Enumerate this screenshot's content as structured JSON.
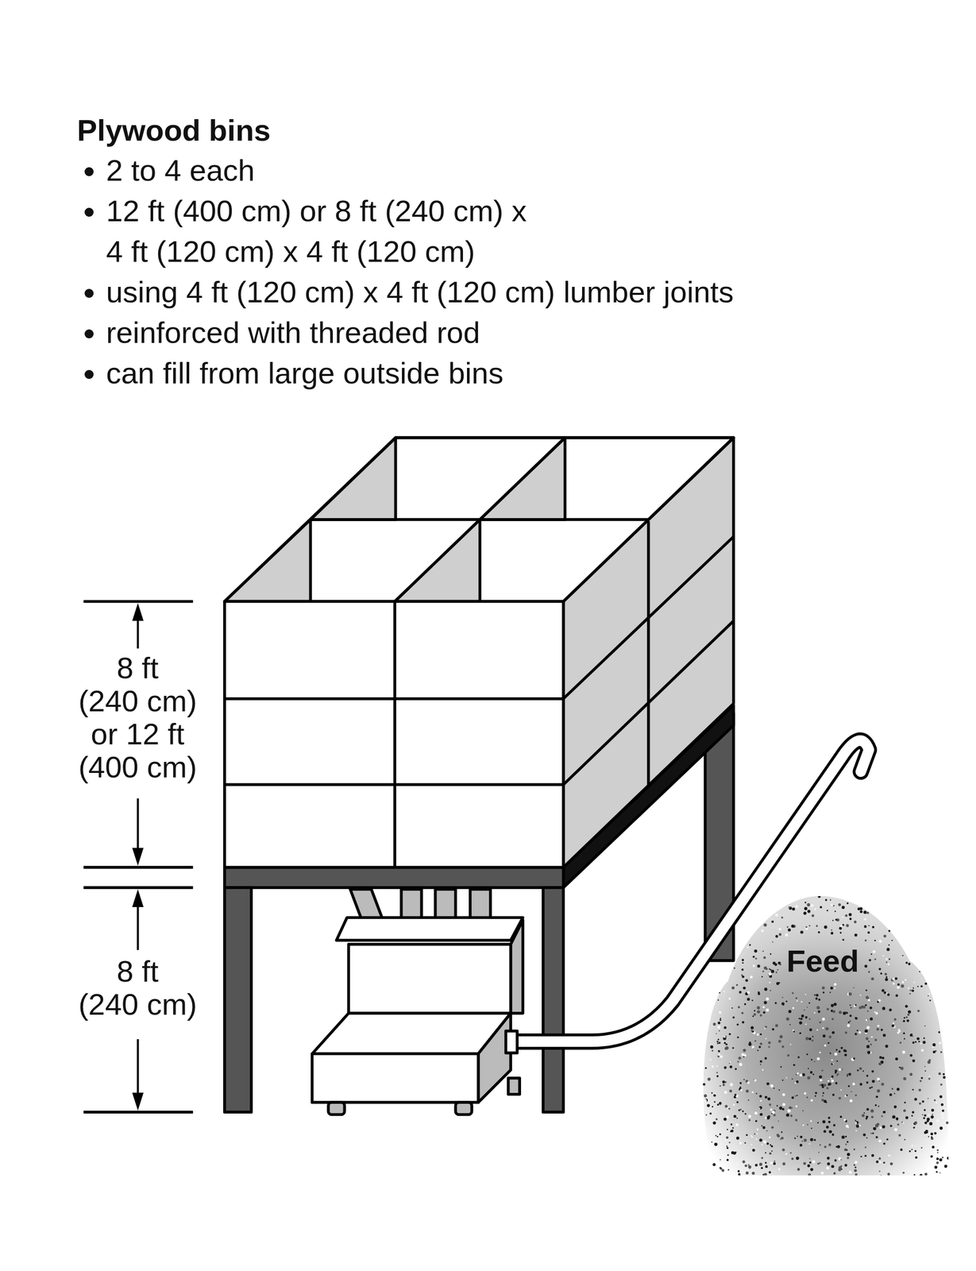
{
  "diagram": {
    "title": "Plywood bins",
    "nodes": [
      {
        "text": [
          "Feed"
        ]
      }
    ],
    "labels": [
      "2 to 4 each",
      "12 ft (400 cm) or 8 ft (240 cm) x 4 ft (120 cm) x 4 ft (120 cm)",
      "using 4 ft (120 cm) x 4 ft (120 cm) lumber joints",
      "reinforced with threaded rod",
      "can fill from large outside bins",
      "8 ft (240 cm) or 12 ft (400 cm)",
      "8 ft (240 cm)"
    ]
  }
}
